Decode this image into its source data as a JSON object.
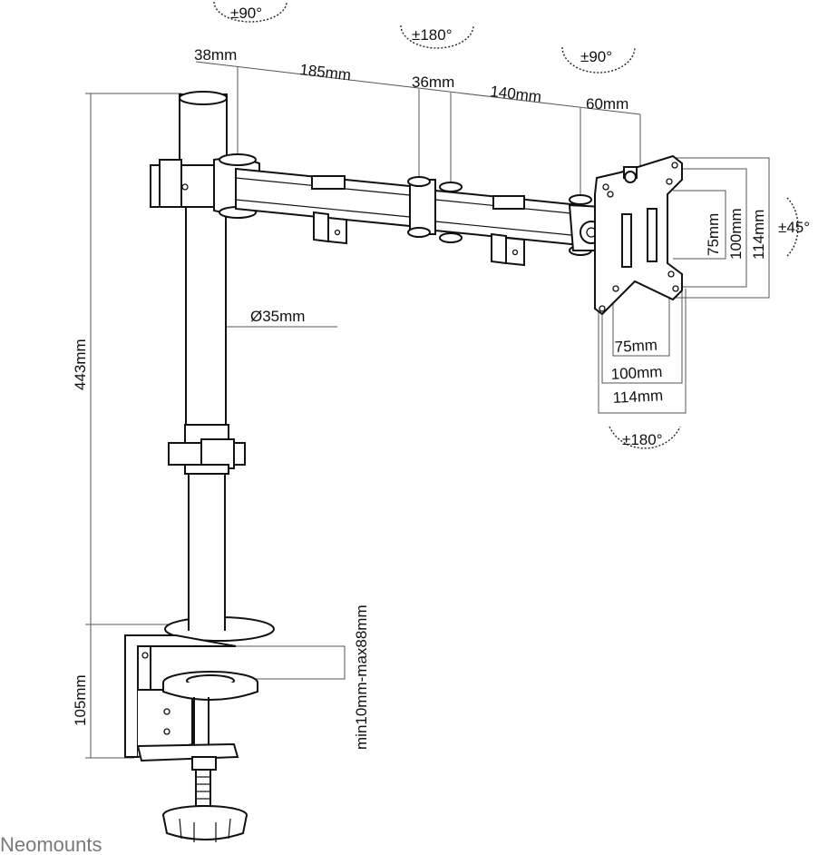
{
  "brand": "Neomounts",
  "rotations": {
    "base_swivel": "±90°",
    "arm_swivel": "±180°",
    "head_swivel": "±90°",
    "tilt": "±45°",
    "rotate": "±180°"
  },
  "arm_dimensions": {
    "d1": "38mm",
    "d2": "185mm",
    "d3": "36mm",
    "d4": "140mm",
    "d5": "60mm"
  },
  "pole": {
    "diameter": "Ø35mm",
    "height": "443mm"
  },
  "vesa_vertical": [
    "75mm",
    "100mm",
    "114mm"
  ],
  "vesa_horizontal": [
    "75mm",
    "100mm",
    "114mm"
  ],
  "clamp": {
    "height": "105mm",
    "desk_range": "min10mm-max88mm"
  }
}
